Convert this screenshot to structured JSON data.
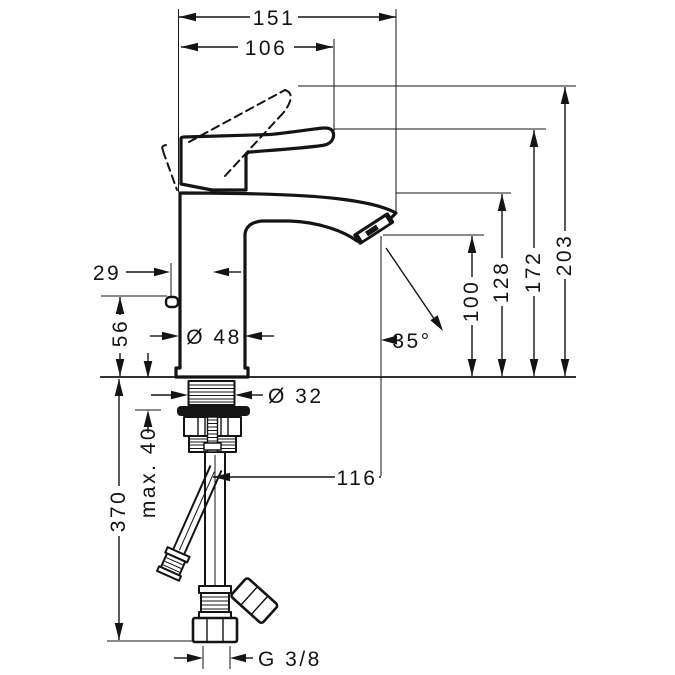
{
  "drawing": {
    "title": "single-lever-basin-mixer-dimension-drawing",
    "colors": {
      "line": "#141414",
      "background": "#ffffff"
    },
    "dimensions": {
      "width_total": "151",
      "width_handle": "106",
      "pull_rod_offset": "29",
      "pull_rod_height": "56",
      "body_diameter": "Ø 48",
      "shank_diameter": "Ø 32",
      "max_mounting_thickness": "max. 40",
      "hose_length": "370",
      "spout_reach": "116",
      "connection_thread": "G 3/8",
      "outlet_height": "100",
      "spout_height": "128",
      "body_height": "172",
      "total_height": "203",
      "spray_angle": "35°"
    }
  }
}
